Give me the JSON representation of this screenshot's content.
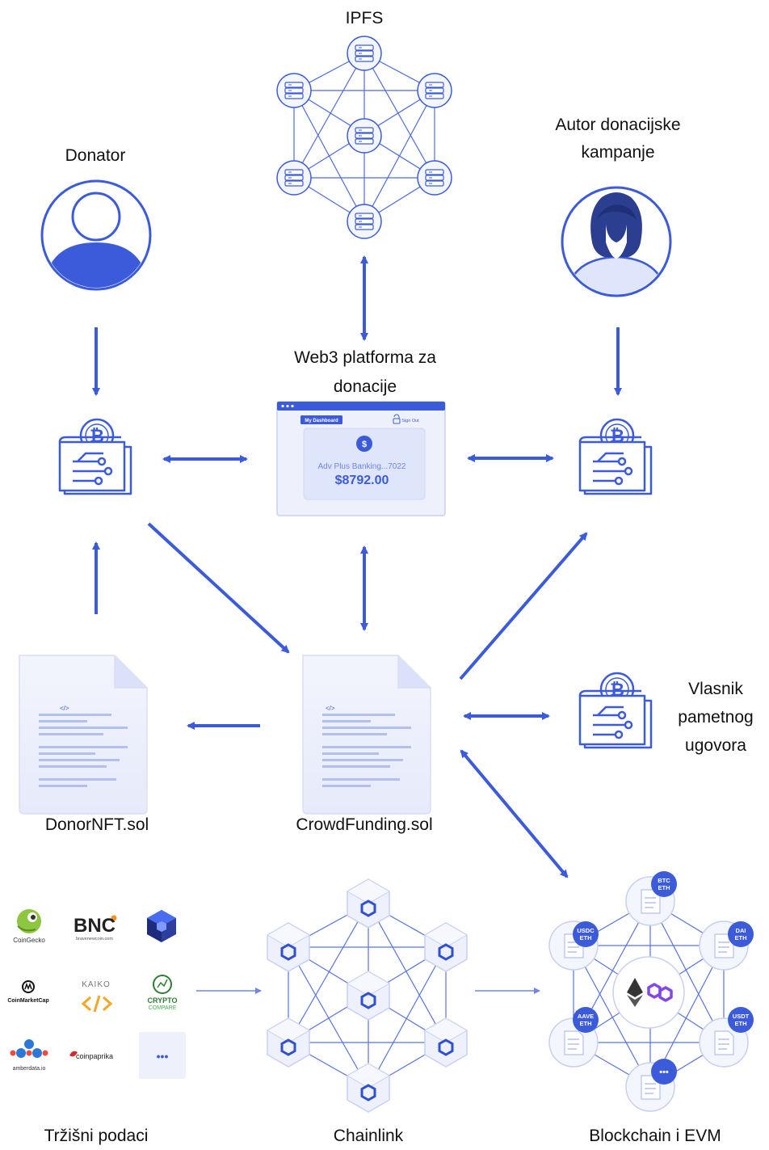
{
  "labels": {
    "ipfs": "IPFS",
    "donator": "Donator",
    "author_line1": "Autor donacijske",
    "author_line2": "kampanje",
    "platform_line1": "Web3 platforma za",
    "platform_line2": "donacije",
    "owner_line1": "Vlasnik",
    "owner_line2": "pametnog",
    "owner_line3": "ugovora",
    "donor_nft": "DonorNFT.sol",
    "crowdfunding": "CrowdFunding.sol",
    "market_data": "Tržišni podaci",
    "chainlink": "Chainlink",
    "blockchain": "Blockchain i EVM"
  },
  "dashboard": {
    "dashboard_button": "My Dashboard",
    "sign_out": "Sign Out",
    "currency_symbol": "$",
    "account": "Adv Plus Banking...7022",
    "balance": "$8792.00"
  },
  "market_sources": {
    "coingecko": "CoinGecko",
    "bnc": "BNC",
    "bnc_sub": "bravenewcoin.com",
    "coinmarketcap": "CoinMarketCap",
    "kaiko": "KAIKO",
    "cryptocompare_1": "CRYPTO",
    "cryptocompare_2": "COMPARE",
    "amberdata": "amberdata.io",
    "coinpaprika": "coinpaprika",
    "more": "•••"
  },
  "tokens": {
    "btc": [
      "BTC",
      "ETH"
    ],
    "usdc": [
      "USDC",
      "ETH"
    ],
    "dai": [
      "DAI",
      "ETH"
    ],
    "aave": [
      "AAVE",
      "ETH"
    ],
    "usdt": [
      "USDT",
      "ETH"
    ],
    "more": "•••"
  },
  "code_tag": "</>",
  "colors": {
    "primary": "#3b5bdb",
    "light": "#dfe5fb",
    "panel": "#eef1fc"
  }
}
